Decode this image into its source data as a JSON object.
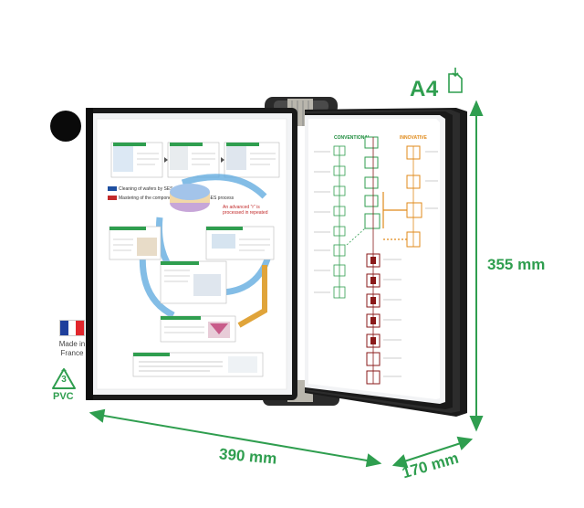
{
  "product": {
    "color_swatch": "#0a0a0a",
    "format_label": "A4",
    "format_icon": "portrait-page-download-icon",
    "dimensions": {
      "width": "390 mm",
      "depth": "170 mm",
      "height": "355 mm"
    },
    "origin": {
      "line1": "Made in",
      "line2": "France",
      "flag_colors": [
        "#1f3f9c",
        "#ffffff",
        "#e1262c"
      ]
    },
    "recycling": {
      "code": "3",
      "material": "PVC"
    }
  },
  "accent_color": "#2f9e4f",
  "left_pocket": {
    "captions": [
      "Cleaning of wafers by SES process",
      "Mastering of the components production by SES process"
    ]
  },
  "right_pocket": {
    "columns": [
      "CONVENTIONAL",
      "INNOVATIVE"
    ]
  }
}
